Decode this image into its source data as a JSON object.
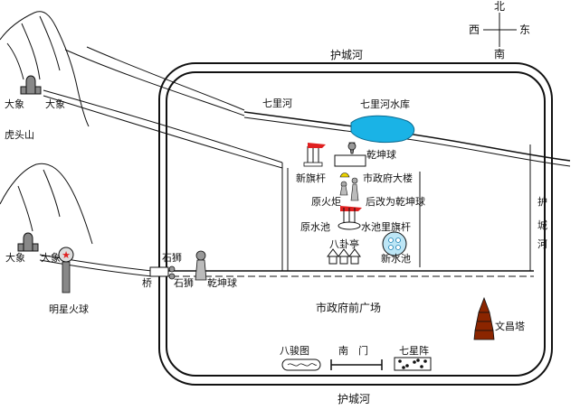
{
  "compass": {
    "north": "北",
    "south": "南",
    "west": "西",
    "east": "东"
  },
  "moat": {
    "top": "护城河",
    "bottom": "护城河",
    "right_1": "护",
    "right_2": "城",
    "right_3": "河"
  },
  "mountains": {
    "tiger_head": "虎头山"
  },
  "elephants": {
    "upper_left": "大象",
    "upper_right": "大象",
    "lower_left": "大象",
    "lower_right": "大象"
  },
  "river": {
    "qili_he": "七里河",
    "reservoir": "七里河水库"
  },
  "landmarks": {
    "qiankun_ball_top": "乾坤球",
    "new_flagpole": "新旗杆",
    "city_hall": "市政府大楼",
    "old_torch": "原火炬",
    "changed_to_ball": "后改为乾坤球",
    "old_pool": "原水池",
    "pool_flagpole": "水池里旗杆",
    "bagua_pavilion": "八卦亭",
    "new_pool": "新水池",
    "stone_lion_1": "石狮",
    "stone_lion_2": "石狮",
    "qiankun_ball_bottom": "乾坤球",
    "bridge": "桥",
    "star_fireball": "明星火球",
    "plaza": "市政府前广场",
    "wenchang_tower": "文昌塔",
    "eight_horses": "八骏图",
    "south_gate": "南　门",
    "seven_stars": "七星阵"
  },
  "colors": {
    "river": "#1ab3e6",
    "flag": "#e02020",
    "tower": "#8b2500",
    "line": "#111111",
    "star": "#e02020"
  }
}
